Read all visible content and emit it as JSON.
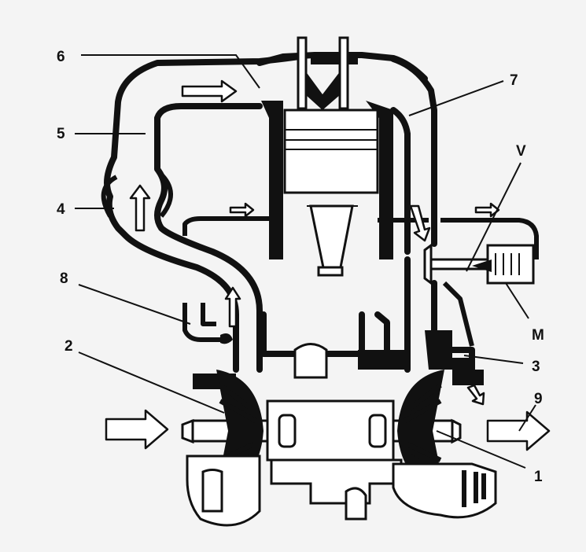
{
  "labels": {
    "l1": "1",
    "l2": "2",
    "l3": "3",
    "l4": "4",
    "l5": "5",
    "l6": "6",
    "l7": "7",
    "l8": "8",
    "l9": "9",
    "lV": "V",
    "lM": "M"
  },
  "colors": {
    "ink": "#111111",
    "paper": "#f4f4f4"
  }
}
